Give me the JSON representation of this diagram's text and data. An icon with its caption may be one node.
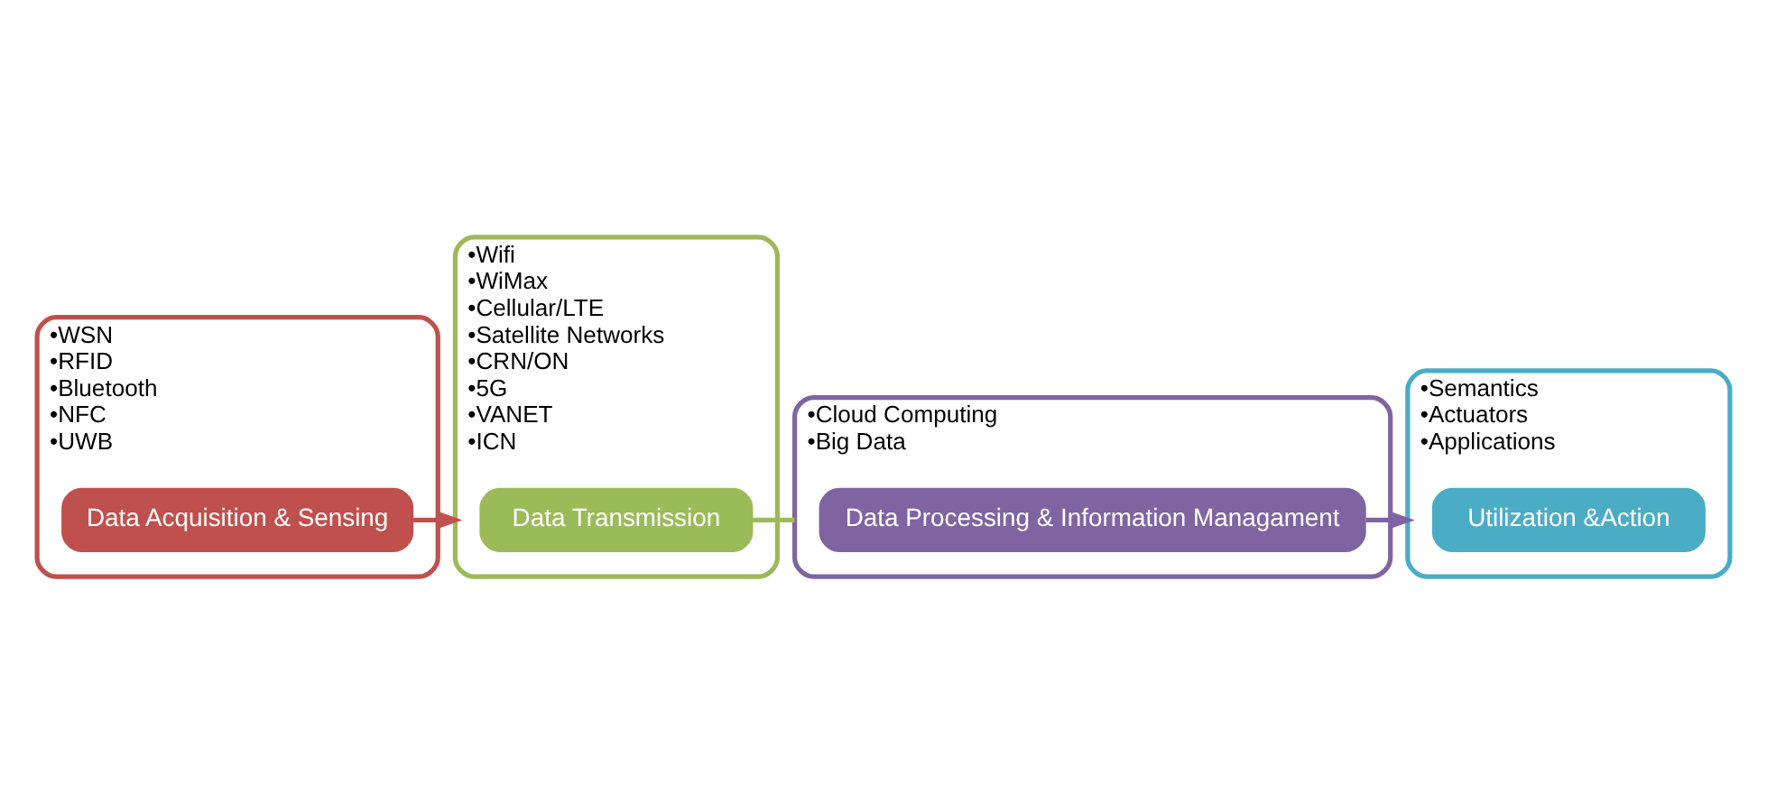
{
  "diagram": {
    "nodes": [
      {
        "text": [
          "•WSN",
          "•RFID",
          "•Bluetooth",
          "•NFC",
          "•UWB"
        ]
      },
      {
        "text": [
          "Data Acquisition & Sensing"
        ],
        "in": 0
      },
      {
        "text": [
          "•Wifi",
          "•WiMax",
          "•Cellular/LTE",
          "•Satellite Networks",
          "•CRN/ON",
          "•5G",
          "•VANET",
          "•ICN"
        ]
      },
      {
        "text": [
          "Data Transmission"
        ],
        "in": 2
      },
      {
        "text": [
          "•Cloud Computing",
          "•Big Data"
        ]
      },
      {
        "text": [
          "Data Processing & Information Managament"
        ],
        "in": 4
      },
      {
        "text": [
          "•Semantics",
          "•Actuators",
          "•Applications"
        ]
      },
      {
        "text": [
          "Utilization &Action"
        ],
        "in": 6
      }
    ],
    "edges": [
      {
        "from": 1,
        "to": 2,
        "arrow": "to",
        "color": "#c0504d"
      },
      {
        "from": 3,
        "to": 4,
        "arrow": "none",
        "color": "#9bbb59"
      },
      {
        "from": 5,
        "to": 6,
        "arrow": "to",
        "color": "#8064a2"
      }
    ]
  }
}
